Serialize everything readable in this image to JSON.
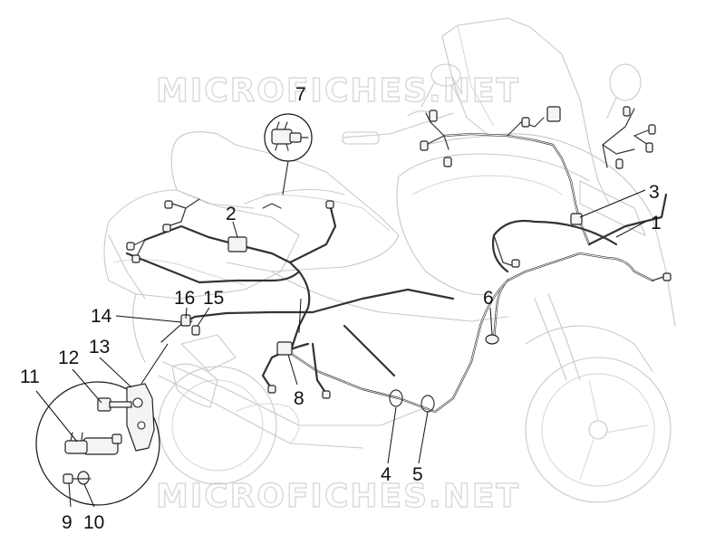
{
  "watermark": {
    "top": "MICROFICHES.NET",
    "bottom": "MICROFICHES.NET"
  },
  "callouts": [
    {
      "id": "1",
      "label": "1"
    },
    {
      "id": "2",
      "label": "2"
    },
    {
      "id": "3",
      "label": "3"
    },
    {
      "id": "4",
      "label": "4"
    },
    {
      "id": "5",
      "label": "5"
    },
    {
      "id": "6",
      "label": "6"
    },
    {
      "id": "7",
      "label": "7"
    },
    {
      "id": "8",
      "label": "8"
    },
    {
      "id": "9",
      "label": "9"
    },
    {
      "id": "10",
      "label": "10"
    },
    {
      "id": "11",
      "label": "11"
    },
    {
      "id": "12",
      "label": "12"
    },
    {
      "id": "13",
      "label": "13"
    },
    {
      "id": "14",
      "label": "14"
    },
    {
      "id": "15",
      "label": "15"
    },
    {
      "id": "16",
      "label": "16"
    }
  ],
  "colors": {
    "background": "#ffffff",
    "outline": "#c9c9c9",
    "wiring": "#333333",
    "text": "#111111",
    "watermark": "#d9d9d9"
  }
}
